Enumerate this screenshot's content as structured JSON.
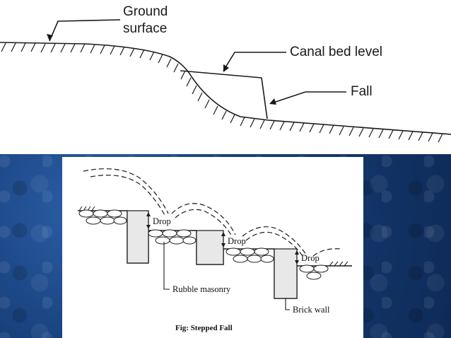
{
  "top_diagram": {
    "labels": {
      "ground_surface_line1": "Ground",
      "ground_surface_line2": "surface",
      "canal_bed_level": "Canal bed level",
      "fall": "Fall"
    }
  },
  "stepped_fall": {
    "labels": {
      "drop_1": "Drop",
      "drop_2": "Drop",
      "drop_3": "Drop",
      "rubble_masonry": "Rubble masonry",
      "brick_wall": "Brick wall"
    },
    "caption": "Fig: Stepped Fall"
  },
  "colors": {
    "background_blue": "#173f7a",
    "line": "#1a1a1a"
  }
}
